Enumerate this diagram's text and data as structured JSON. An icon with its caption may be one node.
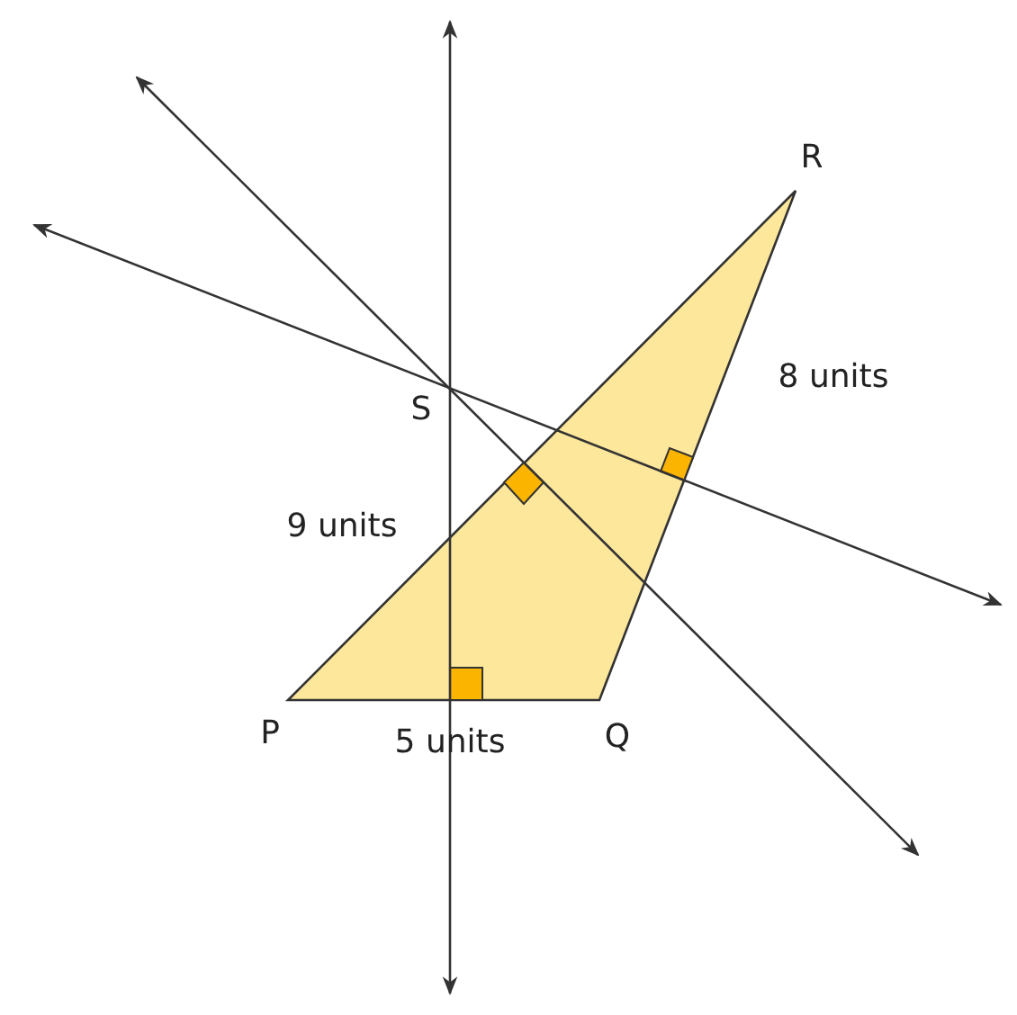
{
  "diagram": {
    "labels": [
      "R",
      "S",
      "8 units",
      "9 units",
      "P",
      "5 units",
      "Q"
    ]
  }
}
